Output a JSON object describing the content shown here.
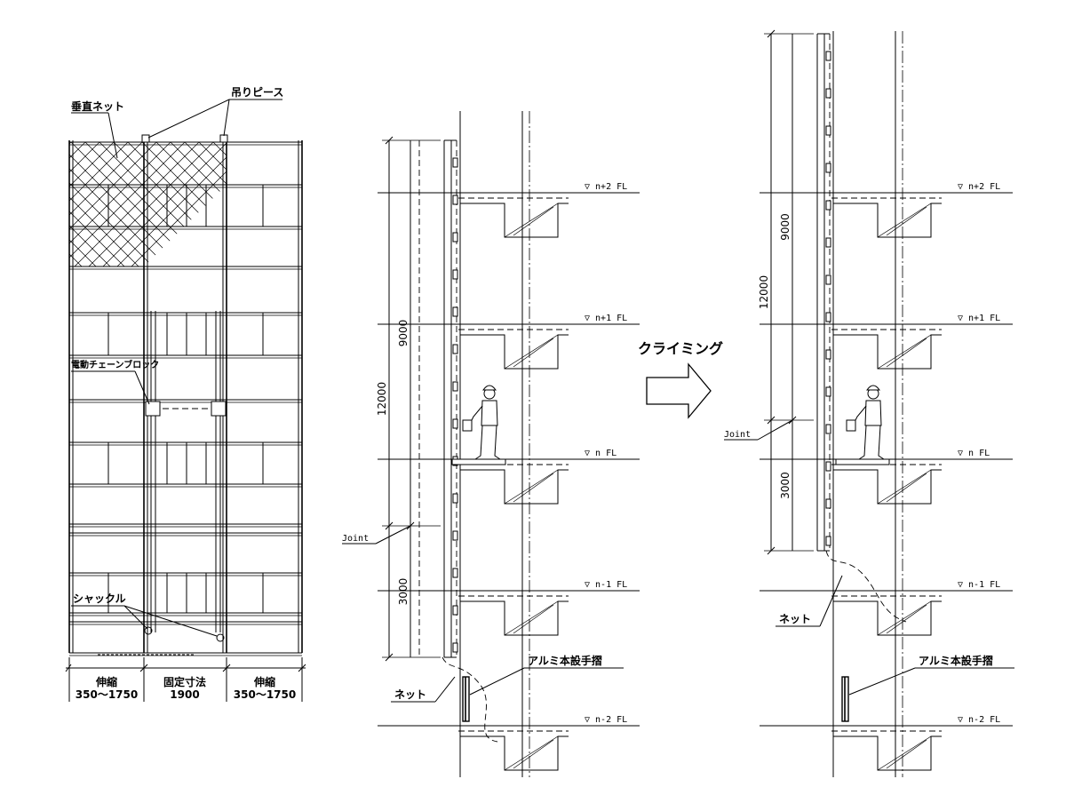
{
  "front_view": {
    "labels": {
      "vertical_net": "垂直ネット",
      "hanging_piece": "吊りピース",
      "chain_block": "電動チェーンブロック",
      "shackle": "シャックル"
    },
    "widths": [
      {
        "title": "伸縮",
        "value": "350〜1750"
      },
      {
        "title": "固定寸法",
        "value": "1900"
      },
      {
        "title": "伸縮",
        "value": "350〜1750"
      }
    ]
  },
  "section_before": {
    "floors": [
      "▽  n+2  FL",
      "▽  n+1  FL",
      "▽  n  FL",
      "▽  n-1  FL",
      "▽  n-2  FL"
    ],
    "dim_total": "12000",
    "dim_upper": "9000",
    "dim_lower": "3000",
    "joint": "Joint",
    "net": "ネット",
    "handrail": "アルミ本設手摺"
  },
  "arrow": {
    "label": "クライミング"
  },
  "section_after": {
    "floors": [
      "▽  n+2  FL",
      "▽  n+1  FL",
      "▽  n  FL",
      "▽  n-1  FL",
      "▽  n-2  FL"
    ],
    "dim_total": "12000",
    "dim_upper": "9000",
    "dim_lower": "3000",
    "joint": "Joint",
    "net": "ネット",
    "handrail": "アルミ本設手摺"
  }
}
